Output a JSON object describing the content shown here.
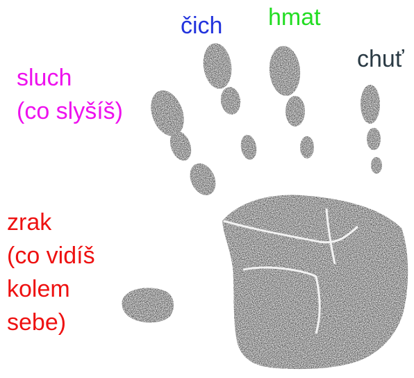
{
  "labels": {
    "cich": "čich",
    "hmat": "hmat",
    "chut": "chuť",
    "sluch": "sluch\n(co slyšíš)",
    "zrak": "zrak\n(co vidíš\nkolem\nsebe)"
  },
  "colors": {
    "cich": "#2233dd",
    "hmat": "#22dd22",
    "chut": "#2a3a44",
    "sluch": "#ee11ee",
    "zrak": "#ee1111",
    "ink": "#2b2b2b"
  }
}
